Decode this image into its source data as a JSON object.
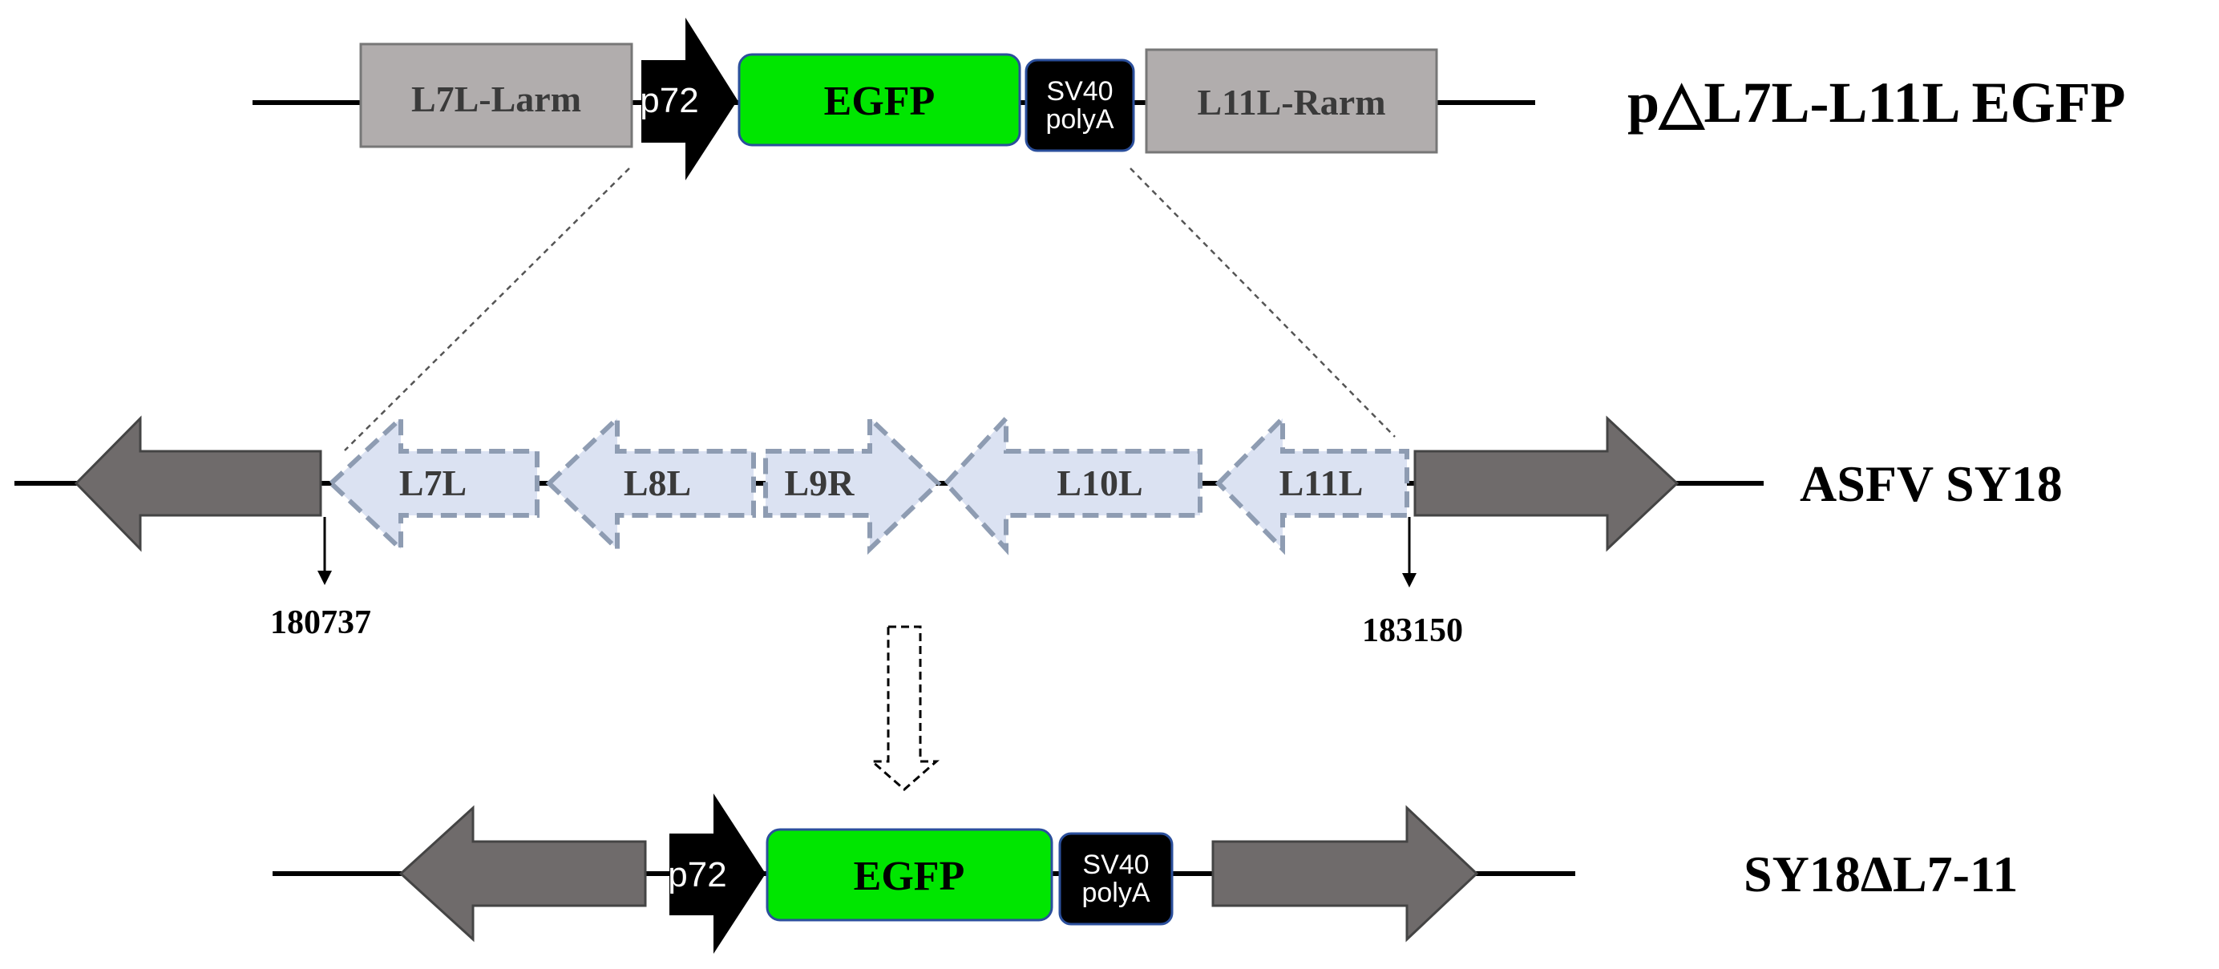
{
  "construct": {
    "title": "p△L7L-L11L EGFP",
    "left_arm": "L7L-Larm",
    "promoter": "p72",
    "reporter": "EGFP",
    "polya_line1": "SV40",
    "polya_line2": "polyA",
    "right_arm": "L11L-Rarm"
  },
  "genome": {
    "title": "ASFV SY18",
    "genes": [
      "L7L",
      "L8L",
      "L9R",
      "L10L",
      "L11L"
    ],
    "start_coord": "180737",
    "end_coord": "183150"
  },
  "recombinant": {
    "title": "SY18ΔL7-11",
    "promoter": "p72",
    "reporter": "EGFP",
    "polya_line1": "SV40",
    "polya_line2": "polyA"
  },
  "colors": {
    "arm_fill": "#b1adad",
    "egfp_fill": "#00e600",
    "flank_gene_fill": "#6f6b6b",
    "deleted_gene_fill": "#dbe2f2",
    "deleted_gene_stroke": "#8e9cb2",
    "black_box": "#000000"
  }
}
